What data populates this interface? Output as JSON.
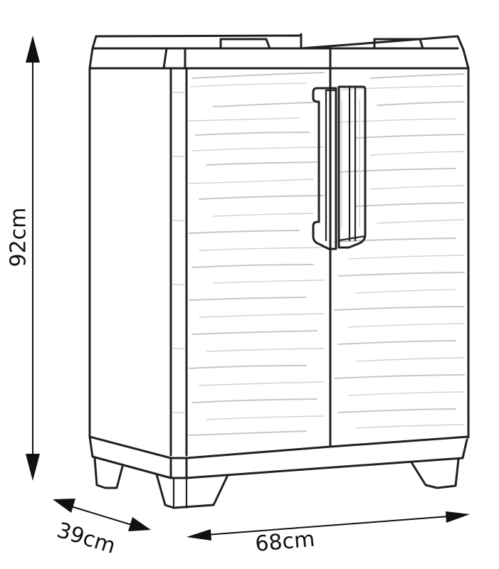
{
  "diagram": {
    "subject": "two-door storage cabinet",
    "line_color": "#231f20",
    "grain_color": "#bdbdbd",
    "background": "#ffffff"
  },
  "dimensions": {
    "height": "92cm",
    "depth": "39cm",
    "width": "68cm"
  },
  "icons": {
    "dimension_arrow": "double-headed-arrow"
  }
}
